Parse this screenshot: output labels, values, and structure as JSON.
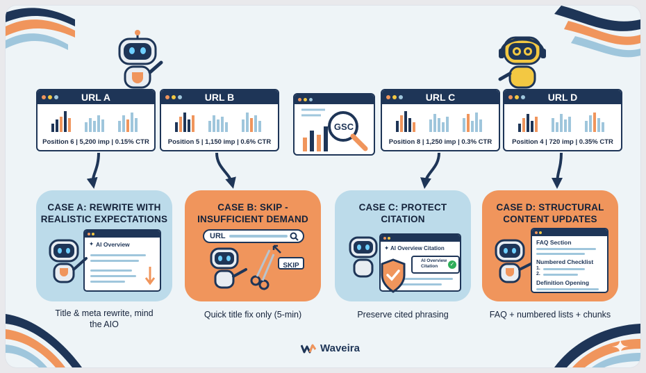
{
  "urls": [
    {
      "label": "URL A",
      "stats": "Position 6 | 5,200 imp | 0.15% CTR"
    },
    {
      "label": "URL B",
      "stats": "Position 5 | 1,150 imp | 0.6% CTR"
    },
    {
      "label": "URL C",
      "stats": "Position 8 | 1,250 imp | 0.3% CTR"
    },
    {
      "label": "URL D",
      "stats": "Position 4 | 720 imp | 0.35% CTR"
    }
  ],
  "gsc_label": "GSC",
  "cases": [
    {
      "title": "CASE A: REWRITE WITH REALISTIC EXPECTATIONS",
      "caption": "Title & meta rewrite, mind the AIO",
      "panel_label": "AI Overview"
    },
    {
      "title": "CASE B: SKIP - INSUFFICIENT DEMAND",
      "caption": "Quick title fix only (5-min)",
      "search_text": "URL",
      "skip_label": "SKIP"
    },
    {
      "title": "CASE C: PROTECT CITATION",
      "caption": "Preserve cited phrasing",
      "panel_label": "AI Overview Citation",
      "badge_label": "AI Overview Citation"
    },
    {
      "title": "CASE D: STRUCTURAL CONTENT UPDATES",
      "caption": "FAQ + numbered lists + chunks",
      "items": [
        "FAQ Section",
        "Numbered Checklist",
        "Definition Opening"
      ],
      "list_markers": [
        "1.",
        "2."
      ]
    }
  ],
  "brand": {
    "name": "Waveira"
  },
  "colors": {
    "navy": "#1e3557",
    "orange": "#f0955c",
    "light_blue": "#bcdbea",
    "bar_blue": "#9fc6dc"
  }
}
